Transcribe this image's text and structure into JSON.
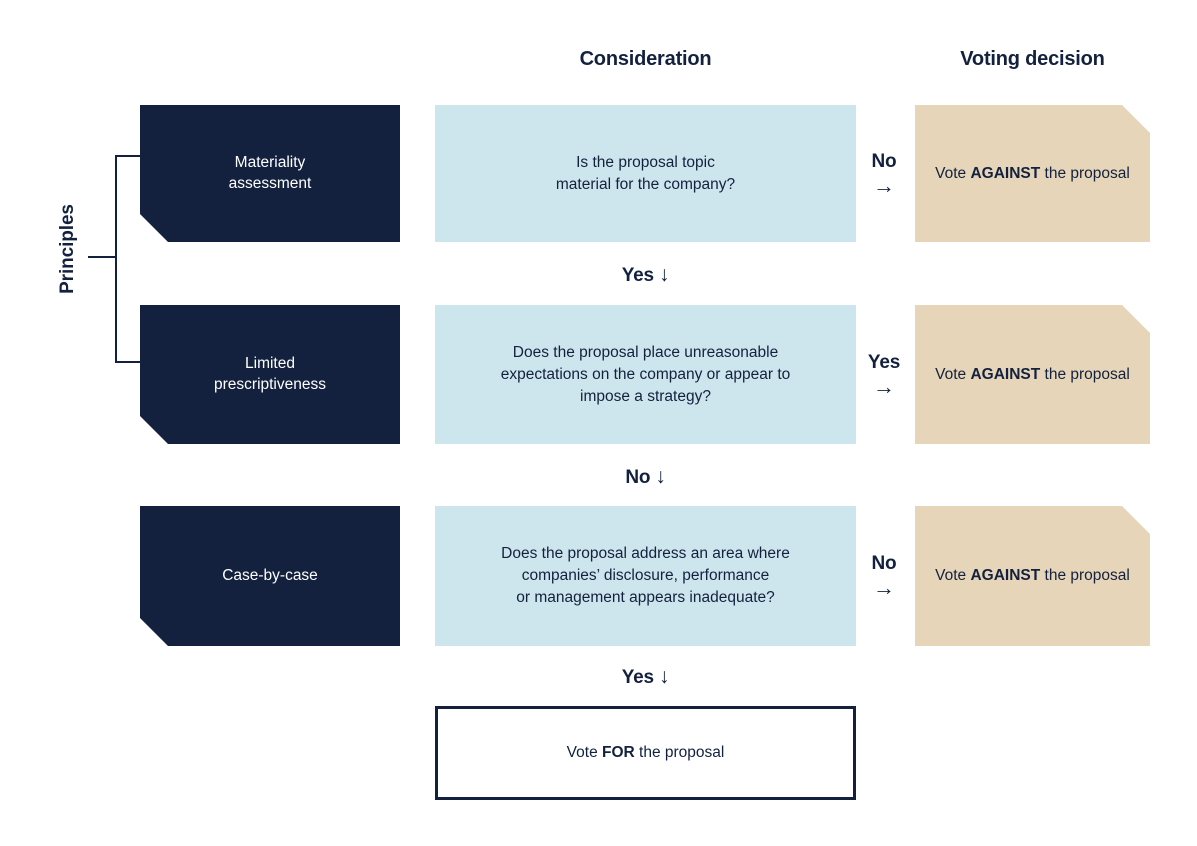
{
  "headers": {
    "consideration": "Consideration",
    "voting_decision": "Voting decision"
  },
  "principles_bracket": {
    "label": "Principles"
  },
  "colors": {
    "navy": "#13213f",
    "light_blue": "#cde5ec",
    "tan": "#e6d5b8",
    "white": "#ffffff"
  },
  "rows": [
    {
      "principle": "Materiality\nassessment",
      "principle_line1": "Materiality",
      "principle_line2": "assessment",
      "consideration_line1": "Is the proposal topic",
      "consideration_line2": "material for the company?",
      "branch_word": "No",
      "branch_glyph": "→",
      "decision_prefix": "Vote ",
      "decision_emphasis": "AGAINST",
      "decision_suffix": " the proposal"
    },
    {
      "principle": "Limited\nprescriptiveness",
      "principle_line1": "Limited",
      "principle_line2": "prescriptiveness",
      "consideration_line1": "Does the proposal place unreasonable",
      "consideration_line2": "expectations on the company or appear to",
      "consideration_line3": "impose a strategy?",
      "branch_word": "Yes",
      "branch_glyph": "→",
      "decision_prefix": "Vote ",
      "decision_emphasis": "AGAINST",
      "decision_suffix": " the proposal"
    },
    {
      "principle": "Case-by-case",
      "principle_line1": "Case-by-case",
      "principle_line2": "",
      "consideration_line1": "Does the proposal address an area where",
      "consideration_line2": "companies’ disclosure, performance",
      "consideration_line3": "or management appears inadequate?",
      "branch_word": "No",
      "branch_glyph": "→",
      "decision_prefix": "Vote ",
      "decision_emphasis": "AGAINST",
      "decision_suffix": " the proposal"
    }
  ],
  "connectors": [
    {
      "word": "Yes",
      "glyph": "↓"
    },
    {
      "word": "No",
      "glyph": "↓"
    },
    {
      "word": "Yes",
      "glyph": "↓"
    }
  ],
  "final_outcome": {
    "prefix": "Vote ",
    "emphasis": "FOR",
    "suffix": " the proposal"
  }
}
